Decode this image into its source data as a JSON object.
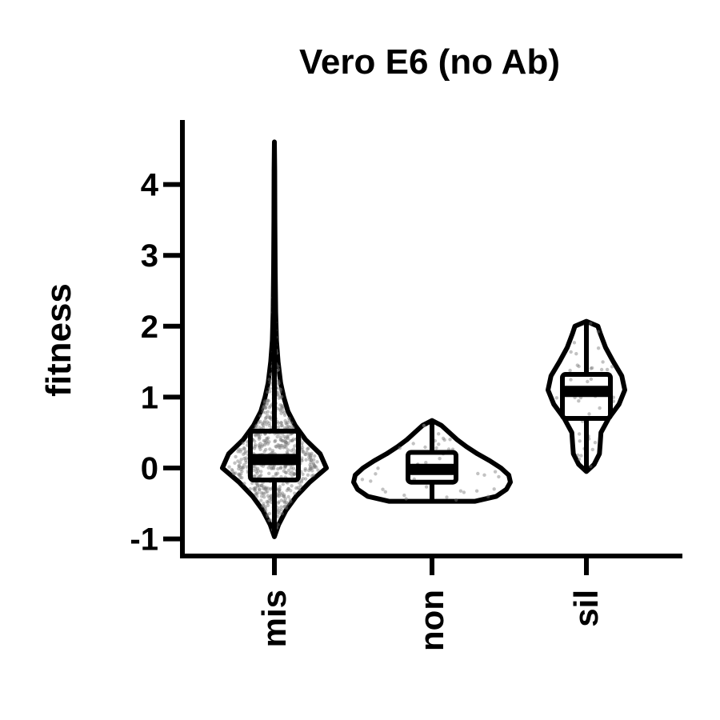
{
  "chart_data": {
    "type": "violin",
    "title": "Vero E6 (no Ab)",
    "xlabel": "",
    "ylabel": "fitness",
    "ylim": [
      -1.25,
      4.85
    ],
    "yticks": [
      "-1",
      "0",
      "1",
      "2",
      "3",
      "4"
    ],
    "categories": [
      "mis",
      "non",
      "sil"
    ],
    "groups": [
      {
        "name": "mis",
        "min": -0.97,
        "q1": -0.17,
        "median": 0.12,
        "q3": 0.52,
        "max": 4.6,
        "whisker_low": -0.97,
        "whisker_high": 4.6,
        "density": [
          [
            -0.97,
            0.0
          ],
          [
            -0.8,
            0.08
          ],
          [
            -0.6,
            0.22
          ],
          [
            -0.4,
            0.42
          ],
          [
            -0.2,
            0.68
          ],
          [
            0.0,
            1.0
          ],
          [
            0.2,
            0.88
          ],
          [
            0.4,
            0.6
          ],
          [
            0.6,
            0.4
          ],
          [
            0.8,
            0.26
          ],
          [
            1.0,
            0.18
          ],
          [
            1.2,
            0.12
          ],
          [
            1.5,
            0.07
          ],
          [
            1.8,
            0.04
          ],
          [
            2.2,
            0.025
          ],
          [
            2.8,
            0.015
          ],
          [
            3.5,
            0.01
          ],
          [
            4.2,
            0.006
          ],
          [
            4.6,
            0.0
          ]
        ]
      },
      {
        "name": "non",
        "min": -0.47,
        "q1": -0.2,
        "median": -0.02,
        "q3": 0.22,
        "max": 0.67,
        "whisker_low": -0.47,
        "whisker_high": 0.67,
        "density": [
          [
            -0.47,
            0.55
          ],
          [
            -0.4,
            0.82
          ],
          [
            -0.3,
            0.95
          ],
          [
            -0.2,
            1.0
          ],
          [
            -0.1,
            0.98
          ],
          [
            0.0,
            0.88
          ],
          [
            0.1,
            0.74
          ],
          [
            0.2,
            0.58
          ],
          [
            0.3,
            0.44
          ],
          [
            0.4,
            0.32
          ],
          [
            0.5,
            0.22
          ],
          [
            0.6,
            0.12
          ],
          [
            0.67,
            0.0
          ]
        ]
      },
      {
        "name": "sil",
        "min": -0.05,
        "q1": 0.7,
        "median": 1.08,
        "q3": 1.32,
        "max": 2.07,
        "whisker_low": -0.05,
        "whisker_high": 2.07,
        "density": [
          [
            -0.05,
            0.0
          ],
          [
            0.05,
            0.2
          ],
          [
            0.2,
            0.34
          ],
          [
            0.35,
            0.36
          ],
          [
            0.5,
            0.38
          ],
          [
            0.7,
            0.58
          ],
          [
            0.9,
            0.85
          ],
          [
            1.1,
            1.0
          ],
          [
            1.3,
            0.92
          ],
          [
            1.5,
            0.7
          ],
          [
            1.7,
            0.5
          ],
          [
            1.9,
            0.36
          ],
          [
            2.0,
            0.3
          ],
          [
            2.07,
            0.0
          ]
        ]
      }
    ],
    "grid": false,
    "legend": "none"
  }
}
